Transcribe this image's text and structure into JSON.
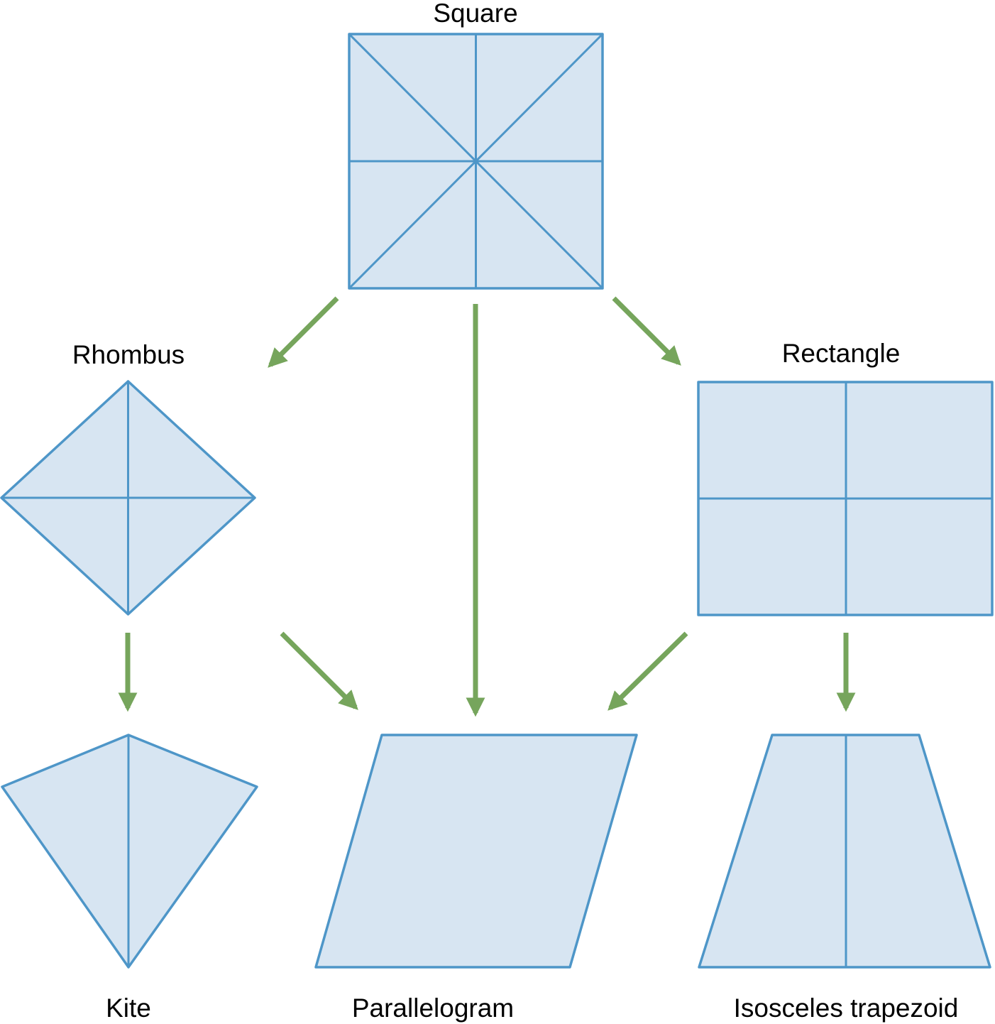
{
  "diagram": {
    "kind": "quadrilateral-classification-hierarchy",
    "nodes": [
      {
        "id": "square",
        "label": "Square",
        "shape": "square",
        "internal_lines": [
          "vertical-midline",
          "horizontal-midline",
          "diagonal-tlbr",
          "diagonal-trbl"
        ],
        "label_position": "above"
      },
      {
        "id": "rhombus",
        "label": "Rhombus",
        "shape": "rhombus",
        "internal_lines": [
          "vertical-diagonal",
          "horizontal-diagonal"
        ],
        "label_position": "above"
      },
      {
        "id": "rectangle",
        "label": "Rectangle",
        "shape": "rectangle",
        "internal_lines": [
          "vertical-midline",
          "horizontal-midline"
        ],
        "label_position": "above"
      },
      {
        "id": "kite",
        "label": "Kite",
        "shape": "kite",
        "internal_lines": [
          "vertical-axis"
        ],
        "label_position": "below"
      },
      {
        "id": "parallelogram",
        "label": "Parallelogram",
        "shape": "parallelogram",
        "internal_lines": [],
        "label_position": "below"
      },
      {
        "id": "isosceles-trapezoid",
        "label": "Isosceles trapezoid",
        "shape": "trapezoid",
        "internal_lines": [
          "vertical-axis"
        ],
        "label_position": "below"
      }
    ],
    "edges": [
      {
        "from": "square",
        "to": "rhombus"
      },
      {
        "from": "square",
        "to": "parallelogram"
      },
      {
        "from": "square",
        "to": "rectangle"
      },
      {
        "from": "rhombus",
        "to": "kite"
      },
      {
        "from": "rhombus",
        "to": "parallelogram"
      },
      {
        "from": "rectangle",
        "to": "parallelogram"
      },
      {
        "from": "rectangle",
        "to": "isosceles-trapezoid"
      }
    ],
    "colors": {
      "shape_fill": "#d7e5f2",
      "shape_stroke": "#4e96c8",
      "arrow": "#76a55c",
      "label_text": "#000000",
      "background": "#ffffff"
    }
  }
}
